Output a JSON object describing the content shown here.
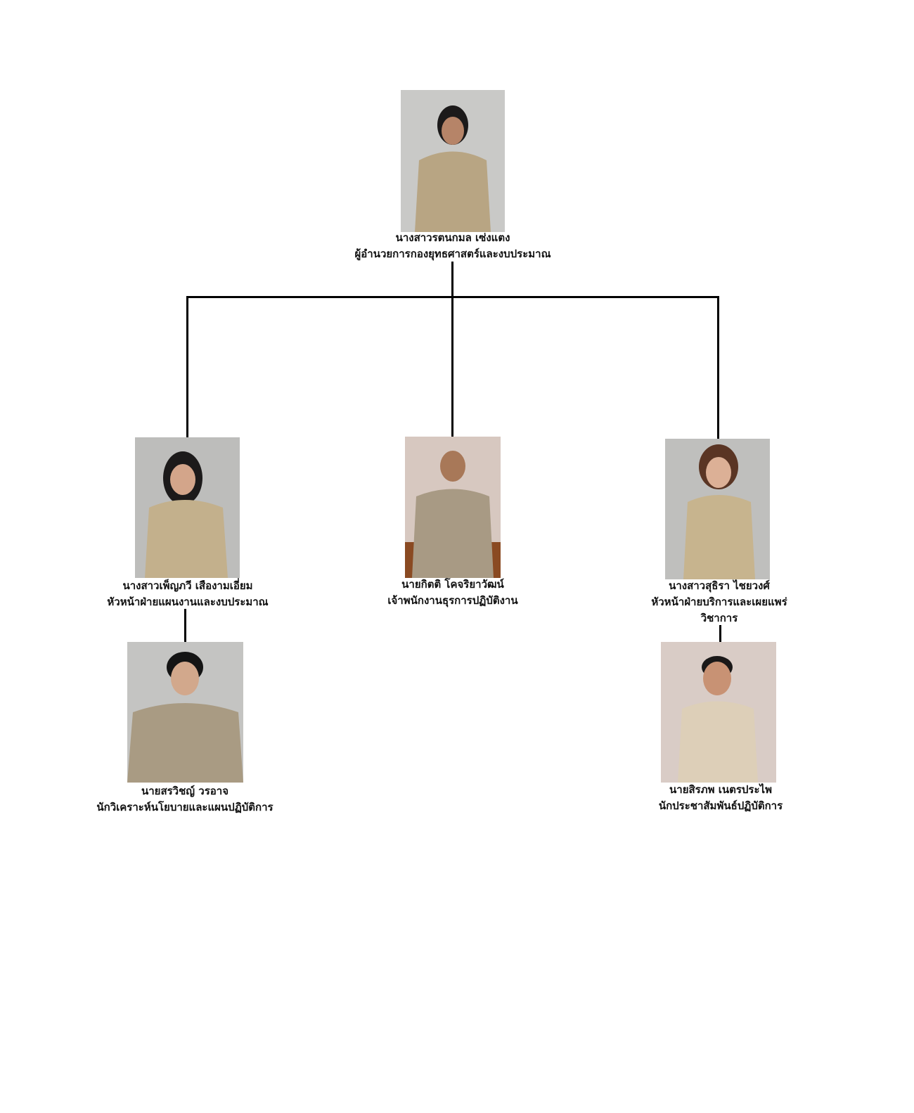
{
  "org_chart": {
    "director": {
      "name": "นางสาวรตนกมล เซ่งแตง",
      "title": "ผู้อำนวยการกองยุทธศาสตร์และงบประมาณ"
    },
    "left_head": {
      "name": "นางสาวเพ็ญภวี เสืองามเอี่ยม",
      "title": "หัวหน้าฝ่ายแผนงานและงบประมาณ"
    },
    "middle_staff": {
      "name": "นายกิตติ โคจริยาวัฒน์",
      "title": "เจ้าพนักงานธุรการปฏิบัติงาน"
    },
    "right_head": {
      "name": "นางสาวสุธิรา ไชยวงศ์",
      "title_line1": "หัวหน้าฝ่ายบริการและเผยแพร่",
      "title_line2": "วิชาการ"
    },
    "left_staff": {
      "name": "นายสรวิชญ์ วรอาจ",
      "title": "นักวิเคราะห์นโยบายและแผนปฏิบัติการ"
    },
    "right_staff": {
      "name": "นายสิรภพ เนตรประไพ",
      "title": "นักประชาสัมพันธ์ปฏิบัติการ"
    }
  }
}
